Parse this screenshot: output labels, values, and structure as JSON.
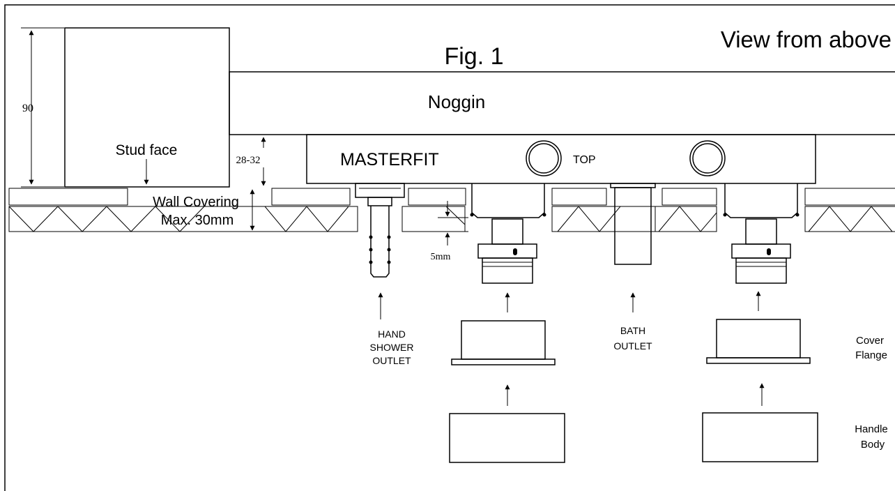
{
  "figure": {
    "title": "Fig. 1",
    "view_label": "View from above"
  },
  "labels": {
    "noggin": "Noggin",
    "stud_face": "Stud face",
    "masterfit": "MASTERFIT",
    "top": "TOP",
    "wall_covering_line1": "Wall Covering",
    "wall_covering_line2": "Max. 30mm",
    "hand_shower_line1": "HAND",
    "hand_shower_line2": "SHOWER",
    "hand_shower_line3": "OUTLET",
    "bath_outlet_line1": "BATH",
    "bath_outlet_line2": "OUTLET",
    "cover_flange_line1": "Cover",
    "cover_flange_line2": "Flange",
    "handle_body_line1": "Handle",
    "handle_body_line2": "Body"
  },
  "dimensions": {
    "stud_depth": "90",
    "gap": "28-32",
    "protrusion": "5mm"
  }
}
